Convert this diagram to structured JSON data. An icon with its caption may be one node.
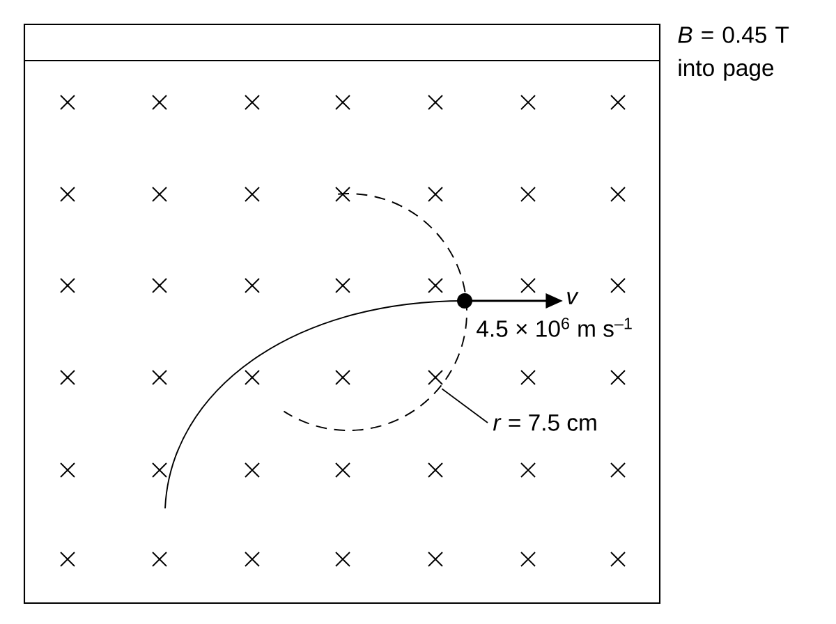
{
  "diagram": {
    "nodes": [
      {
        "text": [
          "*r* = 7.5 cm"
        ]
      },
      {
        "text": [],
        "shape": "arc"
      }
    ],
    "edges": [
      {
        "from": 0,
        "to": 1,
        "arrow": "none"
      }
    ],
    "labels": [
      "*B* = 0.45 T into page",
      "*v*",
      "4.5 × 10$^{6}$ m s$^{–1}$"
    ]
  }
}
